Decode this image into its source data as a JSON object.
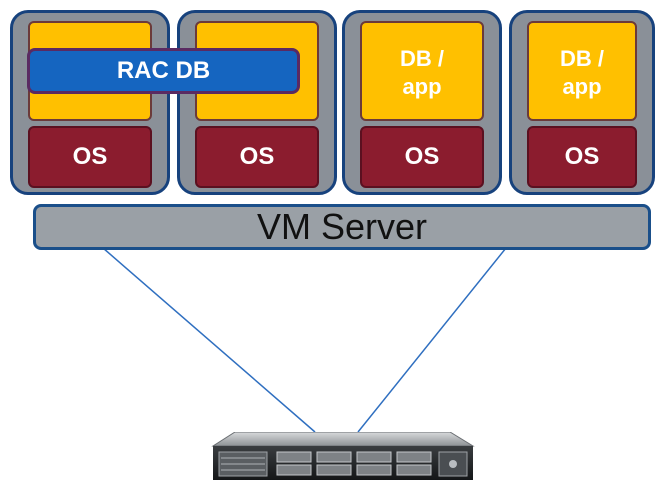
{
  "virtual_machines": [
    {
      "top_label": "",
      "os_label": "OS"
    },
    {
      "top_label": "",
      "os_label": "OS"
    },
    {
      "top_label": "DB /\napp",
      "os_label": "OS"
    },
    {
      "top_label": "DB /\napp",
      "os_label": "OS"
    }
  ],
  "rac_db_label": "RAC DB",
  "vm_server_label": "VM Server",
  "hardware": {
    "icon": "rack-server-icon"
  },
  "colors": {
    "vm_frame": "#8a9098",
    "vm_border": "#17427d",
    "app_box": "#ffc000",
    "os_box": "#8b1c2e",
    "rac_db": "#1565c0",
    "server_bar": "#9aa0a6",
    "link_line": "#2f6fc0"
  }
}
